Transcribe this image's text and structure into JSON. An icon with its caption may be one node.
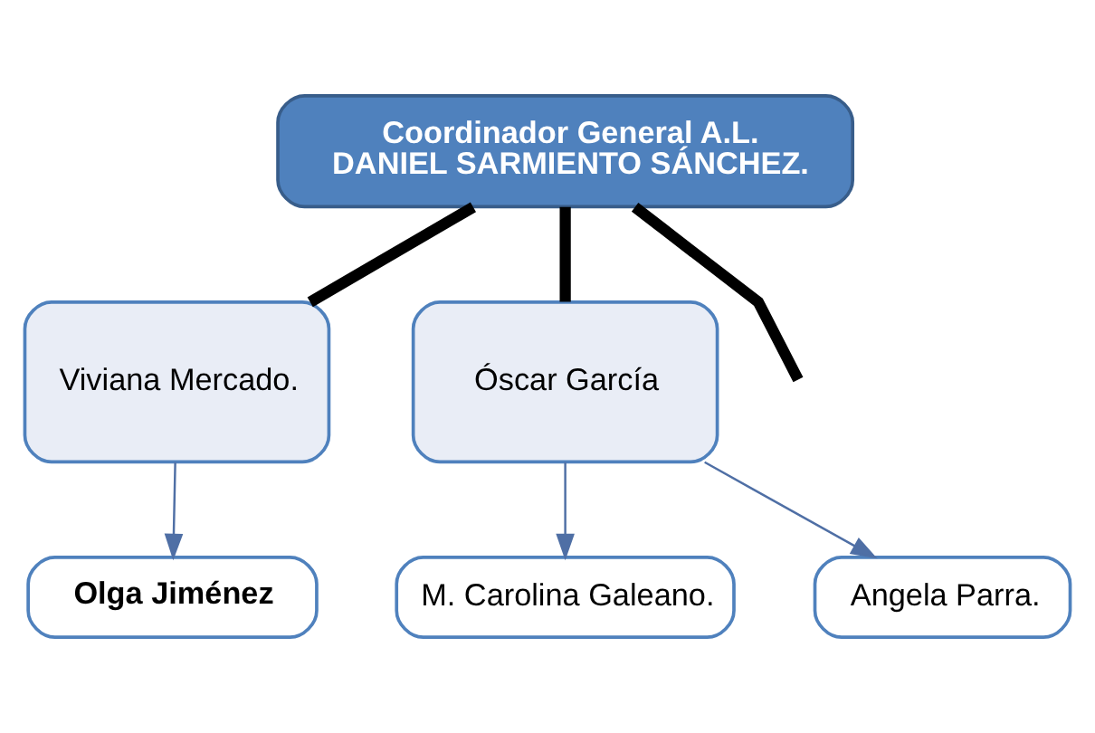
{
  "diagram": {
    "nodes": [
      {
        "text": [
          "Coordinador General A.L.",
          "DANIEL SARMIENTO SÁNCHEZ."
        ]
      },
      {
        "text": [
          "Viviana Mercado."
        ]
      },
      {
        "text": [
          "Óscar García"
        ]
      },
      {
        "text": [
          "Olga Jiménez"
        ]
      },
      {
        "text": [
          "M. Carolina Galeano."
        ]
      },
      {
        "text": [
          "Angela Parra."
        ]
      }
    ],
    "edges": [
      {
        "from": 0,
        "to": 1,
        "arrow": "none",
        "style": "thick",
        "color": "#000000"
      },
      {
        "from": 0,
        "to": null,
        "arrow": "none",
        "style": "thick",
        "color": "#000000"
      },
      {
        "from": 0,
        "to": 2,
        "arrow": "none",
        "style": "thick",
        "color": "#000000"
      },
      {
        "from": 1,
        "to": 3,
        "arrow": "to",
        "color": "#4f6fa5"
      },
      {
        "from": 2,
        "to": 4,
        "arrow": "to",
        "color": "#4f6fa5"
      },
      {
        "from": 2,
        "to": 5,
        "arrow": "to",
        "color": "#4f6fa5"
      }
    ]
  }
}
